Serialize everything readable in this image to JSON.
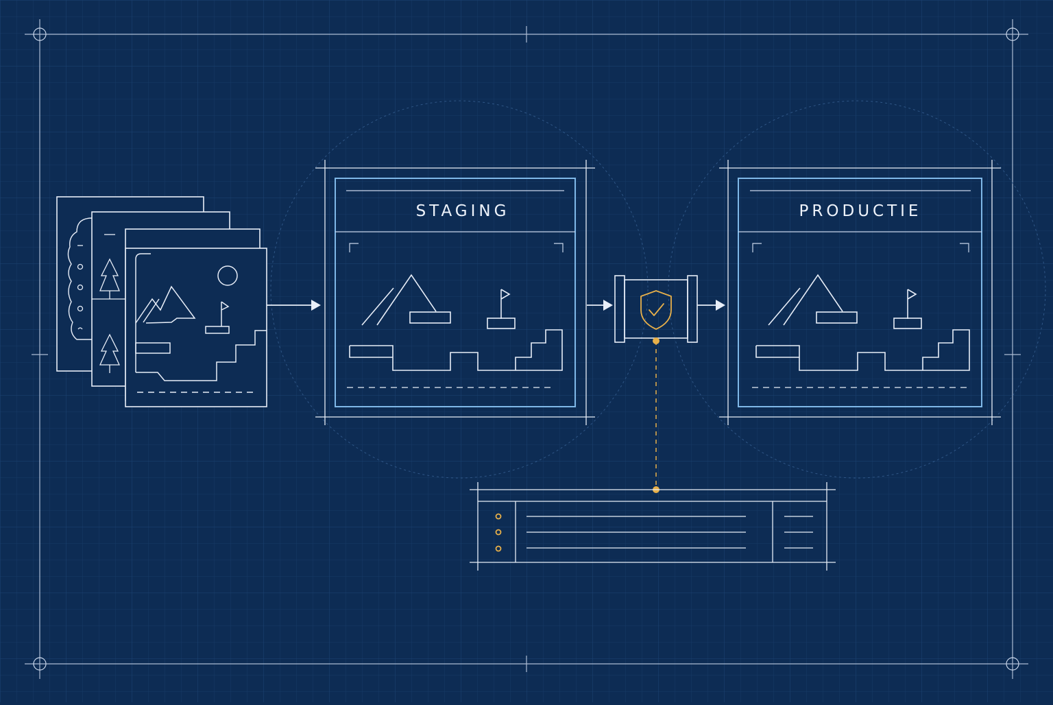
{
  "diagram": {
    "stages": [
      {
        "id": "staging",
        "label": "STAGING"
      },
      {
        "id": "productie",
        "label": "PRODUCTIE"
      }
    ],
    "source": {
      "icon": "stacked-level-designs-icon"
    },
    "gate": {
      "icon": "shield-check-icon"
    },
    "log": {
      "icon": "log-panel-icon",
      "rows": 3
    },
    "colors": {
      "background": "#0d2c54",
      "line": "#e8eef8",
      "highlight": "#7fb8e8",
      "accent": "#e8b04a",
      "grid": "#1c3f6c"
    }
  }
}
